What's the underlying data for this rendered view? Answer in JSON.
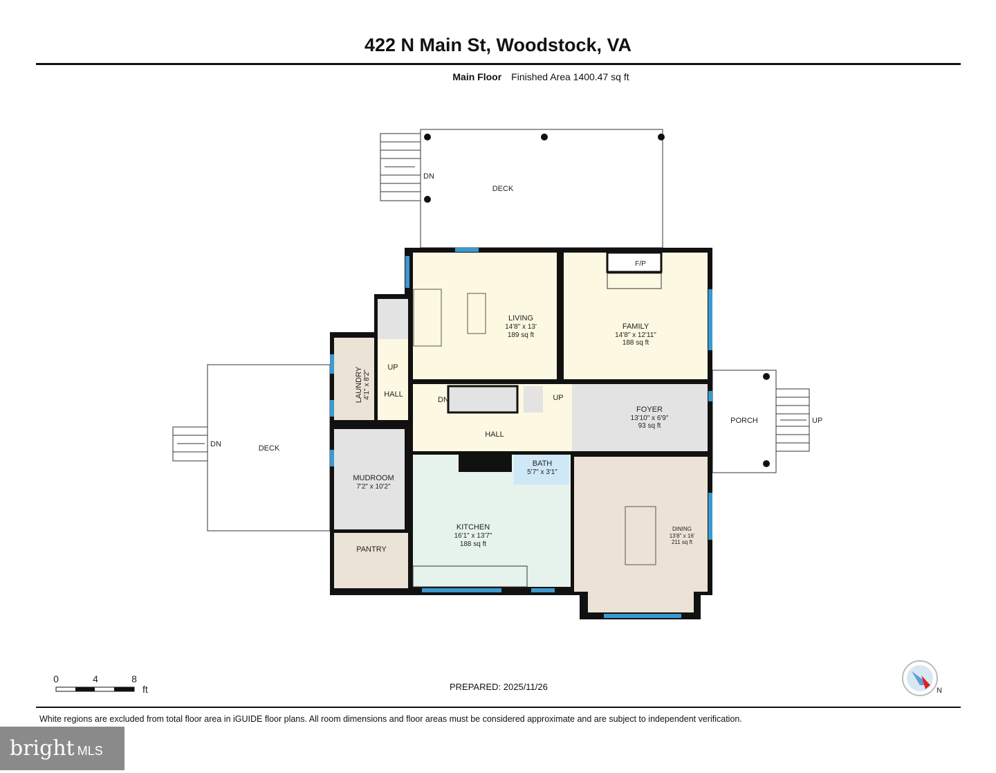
{
  "header": {
    "title": "422 N Main St, Woodstock, VA",
    "floor": "Main Floor",
    "area": "Finished Area 1400.47 sq ft"
  },
  "rooms": {
    "deck_top": "DECK",
    "deck_left": "DECK",
    "porch": "PORCH",
    "living": {
      "name": "LIVING",
      "dims": "14'8\" x 13'",
      "area": "189 sq ft"
    },
    "family": {
      "name": "FAMILY",
      "dims": "14'8\" x 12'11\"",
      "area": "188 sq ft"
    },
    "fireplace": "F/P",
    "laundry": {
      "name": "LAUNDRY",
      "dims": "4'1\" x 8'2\""
    },
    "hall_small": "HALL",
    "hall_main": "HALL",
    "foyer": {
      "name": "FOYER",
      "dims": "13'10\" x 6'9\"",
      "area": "93 sq ft"
    },
    "mudroom": {
      "name": "MUDROOM",
      "dims": "7'2\" x 10'2\""
    },
    "pantry": "PANTRY",
    "kitchen": {
      "name": "KITCHEN",
      "dims": "16'1\" x 13'7\"",
      "area": "188 sq ft"
    },
    "bath": {
      "name": "BATH",
      "dims": "5'7\" x 3'1\""
    },
    "dining": {
      "name": "DINING",
      "dims": "13'8\" x 16'",
      "area": "211 sq ft"
    }
  },
  "stairs": {
    "dn": "DN",
    "up": "UP"
  },
  "scale": {
    "ticks": [
      "0",
      "4",
      "8"
    ],
    "unit": "ft"
  },
  "compass": {
    "label": "N"
  },
  "prepared": "PREPARED: 2025/11/26",
  "disclaimer": "White regions are excluded from total floor area in iGUIDE floor plans. All room dimensions and floor areas must be considered approximate and are subject to independent verification.",
  "logo": {
    "text": "bright",
    "suffix": "MLS"
  },
  "colors": {
    "living": "#fdf8e1",
    "gray": "#e3e3e3",
    "beige": "#ebe3d6",
    "kitchen": "#e6f3ec",
    "bath": "#cfe8f7",
    "window": "#3a9ad0",
    "wall": "#111111"
  }
}
